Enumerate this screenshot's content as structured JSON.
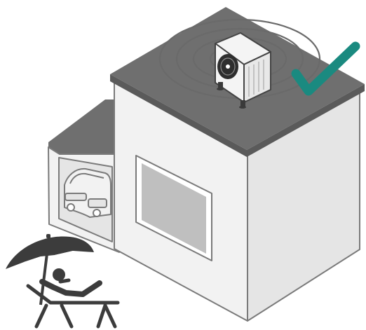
{
  "scene": {
    "subject": "rooftop-heat-pump-illustration",
    "elements": [
      "house",
      "garage",
      "car",
      "heat-pump-unit",
      "sound-rings",
      "checkmark",
      "sun-lounger-person",
      "parasol"
    ]
  },
  "colors": {
    "wall_light": "#f2f2f2",
    "wall_side": "#e5e5e5",
    "roof": "#6f6f6f",
    "roof_edge": "#5a5a5a",
    "outline": "#7a7a7a",
    "window_pane": "#bfbfbf",
    "checkmark": "#1a8a80",
    "figure": "#3c3c3c",
    "unit_body": "#f4f4f4",
    "fan_dark": "#2e2e2e"
  }
}
